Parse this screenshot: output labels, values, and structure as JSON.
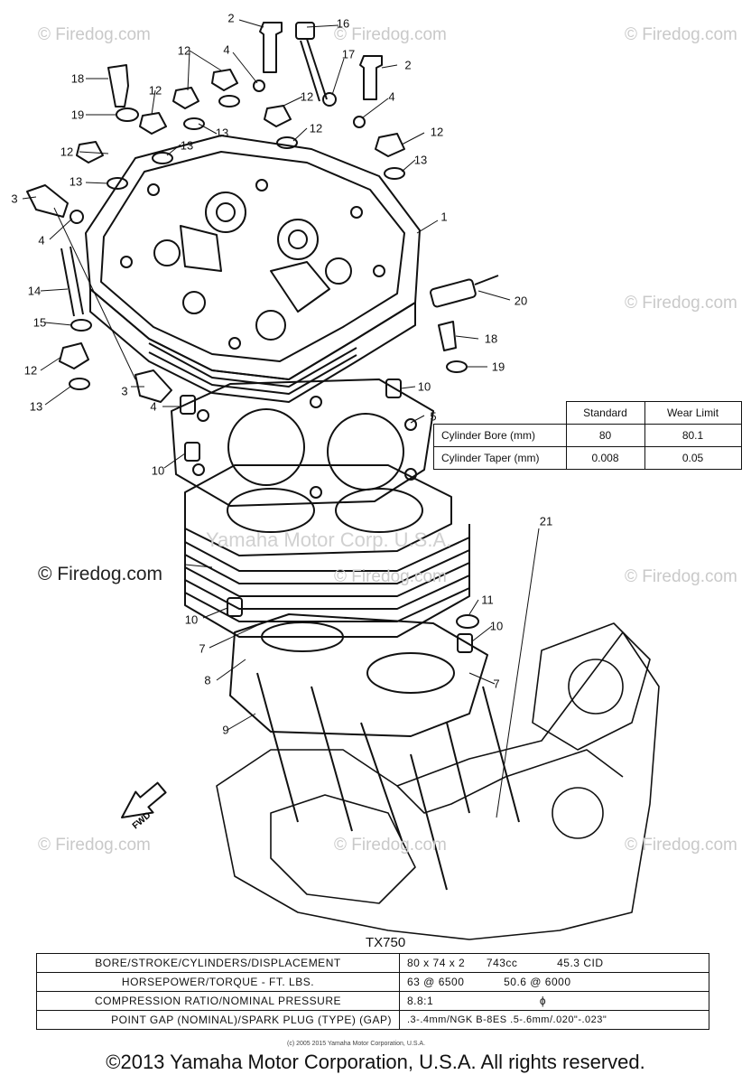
{
  "watermarks": [
    "© Firedog.com",
    "© Firedog.com",
    "© Firedog.com",
    "© Firedog.com",
    "© Firedog.com",
    "© Firedog.com",
    "© Firedog.com",
    "© Firedog.com",
    "© Firedog.com"
  ],
  "watermark_overlay": "© Firedog.com",
  "diagram_watermark": "Yamaha Motor Corp. U.S.A.",
  "callouts": [
    "2",
    "16",
    "12",
    "4",
    "17",
    "2",
    "18",
    "12",
    "12",
    "4",
    "19",
    "12",
    "13",
    "13",
    "12",
    "12",
    "13",
    "13",
    "3",
    "1",
    "4",
    "14",
    "20",
    "15",
    "18",
    "12",
    "19",
    "13",
    "10",
    "3",
    "5",
    "4",
    "10",
    "21",
    "11",
    "10",
    "10",
    "7",
    "8",
    "7",
    "9"
  ],
  "fwd_label": "FWD",
  "cylinder_spec": {
    "headers": [
      "Standard",
      "Wear Limit"
    ],
    "rows": [
      {
        "label": "Cylinder Bore (mm)",
        "standard": "80",
        "limit": "80.1"
      },
      {
        "label": "Cylinder Taper (mm)",
        "standard": "0.008",
        "limit": "0.05"
      }
    ]
  },
  "model": "TX750",
  "engine_specs": [
    {
      "label": "BORE/STROKE/CYLINDERS/DISPLACEMENT",
      "values": [
        "80 x 74 x 2",
        "743cc",
        "45.3 CID"
      ]
    },
    {
      "label": "HORSEPOWER/TORQUE - FT. LBS.",
      "values": [
        "63 @ 6500",
        "50.6 @ 6000"
      ]
    },
    {
      "label": "COMPRESSION RATIO/NOMINAL PRESSURE",
      "values": [
        "8.8:1",
        "ϕ"
      ]
    },
    {
      "label": "POINT GAP (NOMINAL)/SPARK PLUG (TYPE) (GAP)",
      "values": [
        ".3-.4mm/NGK B-8ES .5-.6mm/.020\"-.023\""
      ]
    }
  ],
  "small_copyright": "(c) 2005 2015 Yamaha Motor Corporation, U.S.A.",
  "copyright": "©2013 Yamaha Motor Corporation, U.S.A. All rights reserved."
}
